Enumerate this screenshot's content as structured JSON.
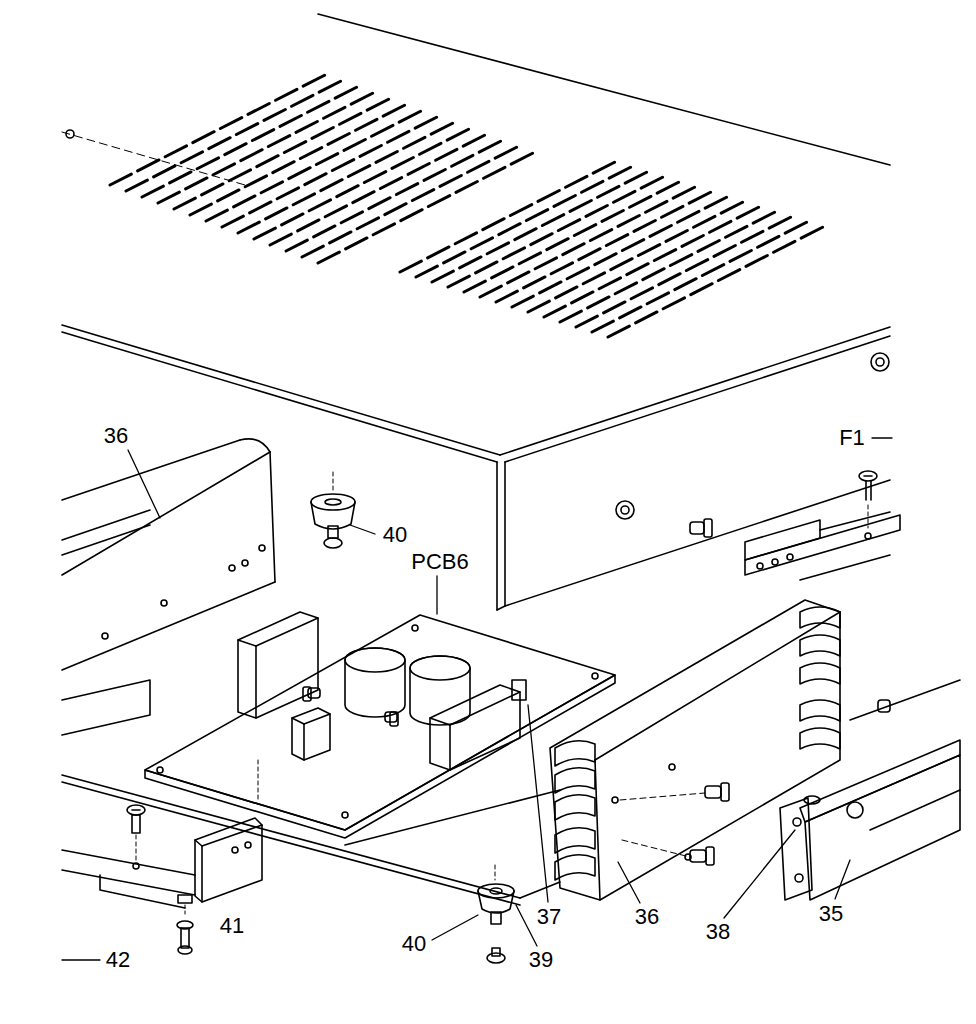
{
  "diagram": {
    "labels": [
      "36",
      "F1",
      "40",
      "PCB6",
      "41",
      "37",
      "36",
      "38",
      "35",
      "40",
      "39",
      "42"
    ]
  }
}
